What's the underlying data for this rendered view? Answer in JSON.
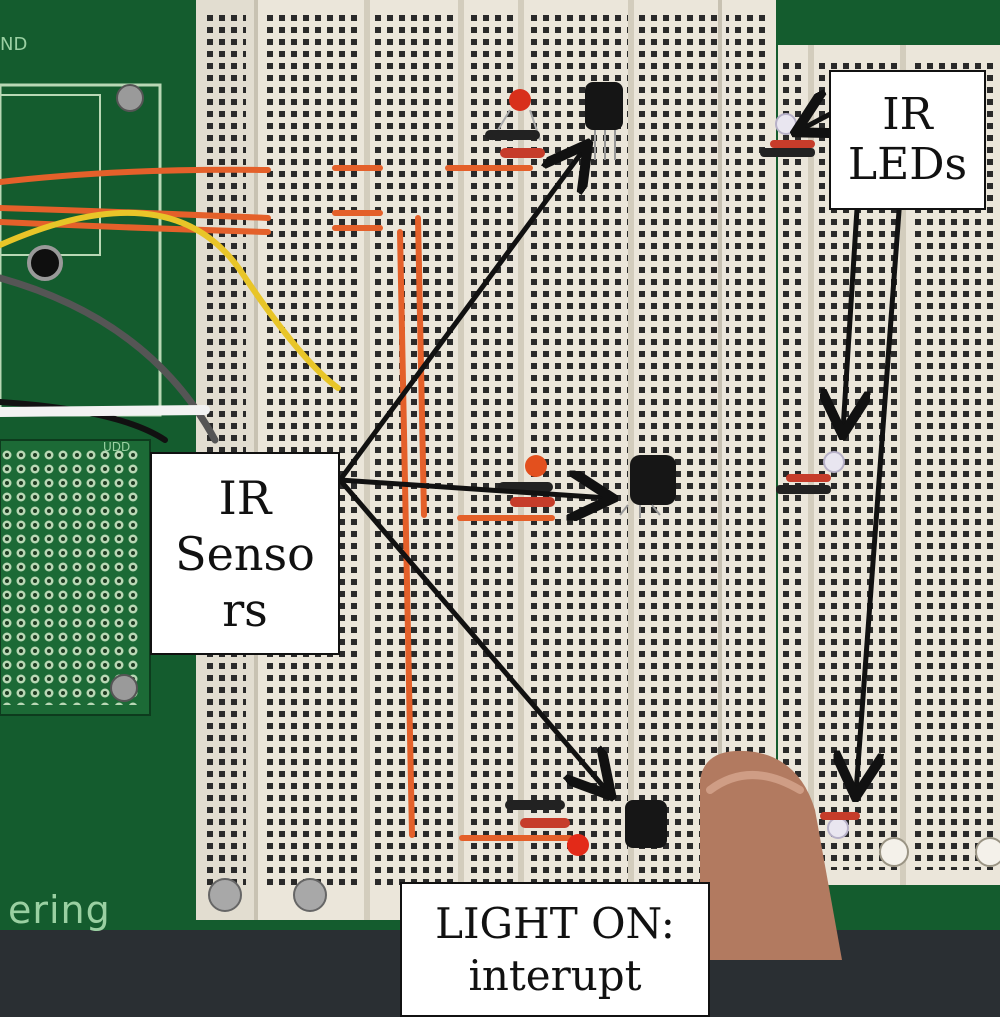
{
  "labels": {
    "ir_leds": [
      "IR",
      "LEDs"
    ],
    "ir_sensors": [
      "IR",
      "Senso",
      "rs"
    ],
    "light_on": [
      "LIGHT ON:",
      "interupt"
    ]
  },
  "pcb_text": {
    "bottom": "ering",
    "top": "ND",
    "header": "UDD"
  },
  "colors": {
    "pcb_green": "#145c2e",
    "breadboard": "#ebe6da",
    "hole": "#2a2a2a",
    "wire_orange": "#e4602a",
    "wire_yellow": "#e8c528",
    "arrow": "#111111",
    "label_bg": "#ffffff"
  }
}
